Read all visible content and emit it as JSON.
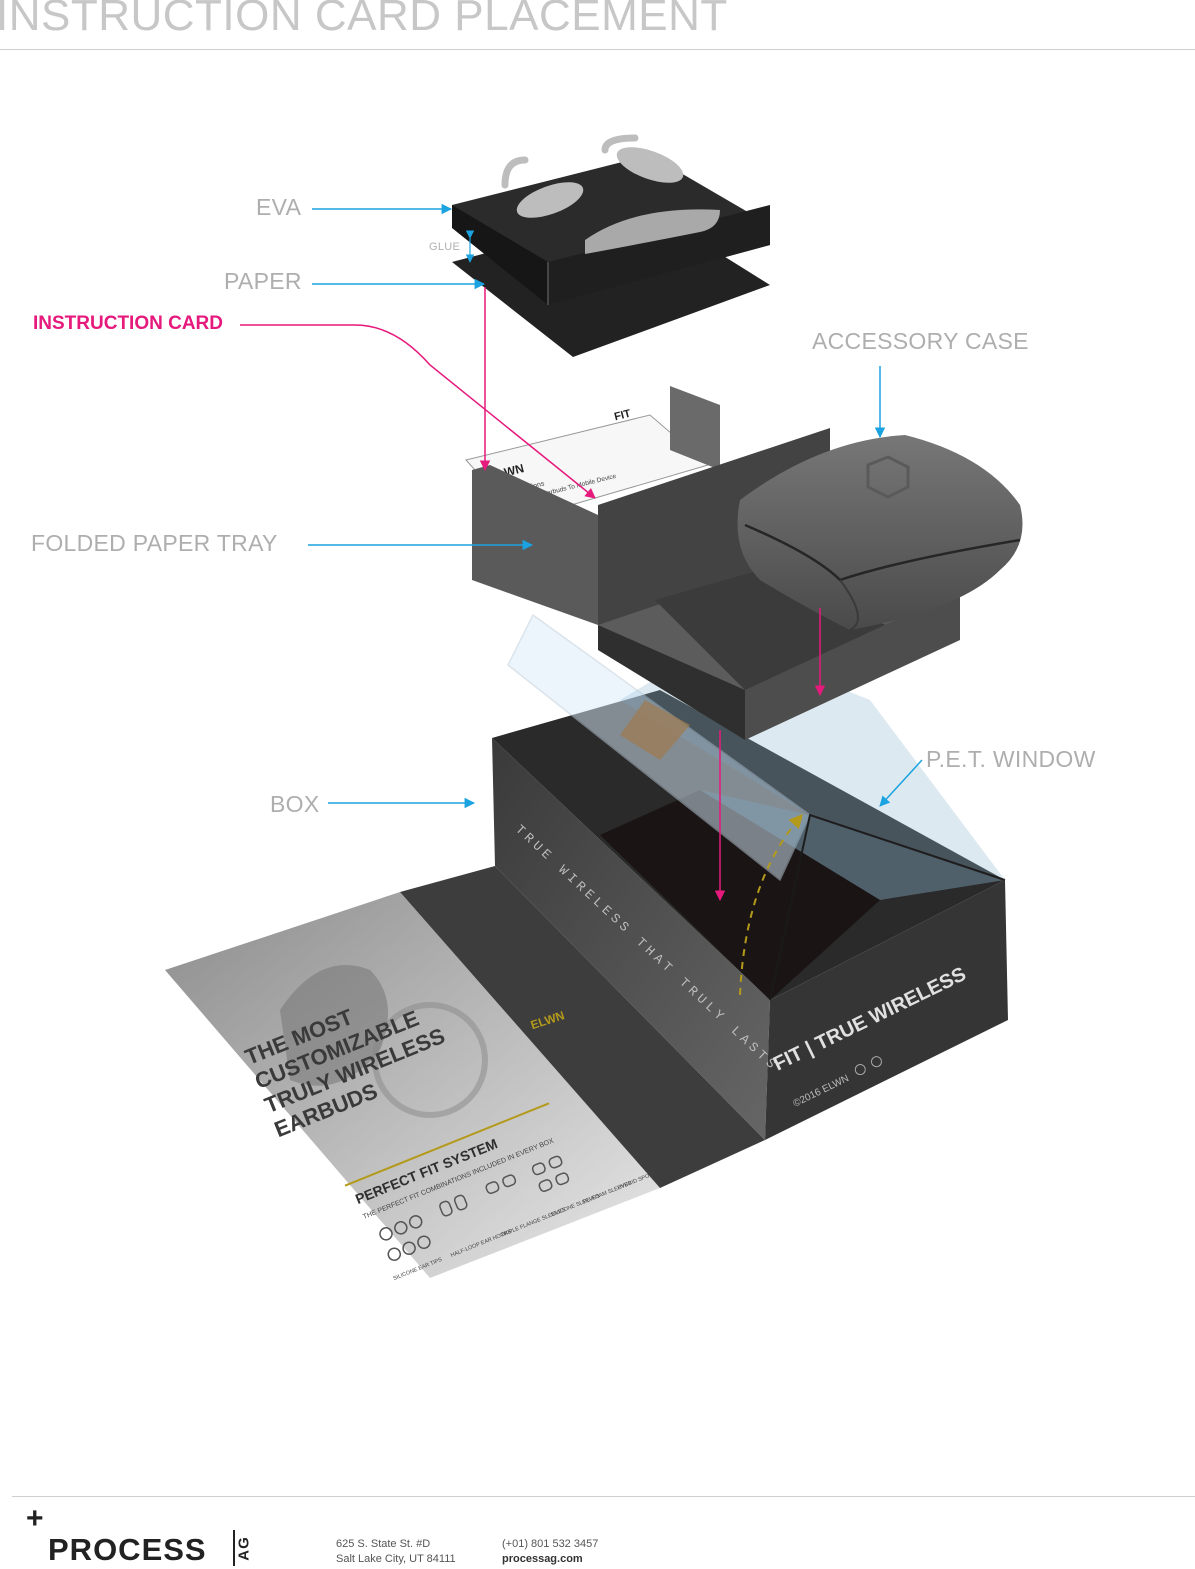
{
  "title": "INSTRUCTION CARD PLACEMENT",
  "labels": {
    "eva": "EVA",
    "glue": "GLUE",
    "paper": "PAPER",
    "instruction_card": "INSTRUCTION CARD",
    "accessory_case": "ACCESSORY CASE",
    "folded_paper_tray": "FOLDED PAPER TRAY",
    "pet_window": "P.E.T.  WINDOW",
    "box": "BOX"
  },
  "card_print": {
    "brand": "ELWN",
    "model": "FIT",
    "line1": "Instructions",
    "line2": "Pairing Earbuds To Mobile Device"
  },
  "box_print": {
    "side_slogan": "TRUE WIRELESS THAT TRULY LASTS",
    "front_title": "FIT | TRUE WIRELESS",
    "copyright": "©2016 ELWN",
    "inner_brand": "ELWN",
    "flap_headline": [
      "THE MOST",
      "CUSTOMIZABLE",
      "TRULY WIRELESS",
      "EARBUDS"
    ],
    "flap_subhead": "PERFECT FIT SYSTEM",
    "flap_tagline": "THE PERFECT FIT COMBINATIONS INCLUDED IN EVERY BOX",
    "flap_columns": [
      "SILICONE EAR TIPS",
      "HALF-LOOP EAR HOOKS",
      "TRIPLE FLANGE SLEEVES",
      "SILICONE SLEEVES",
      "PU FOAM SLEEVES",
      "HYBRID SPORT"
    ]
  },
  "footer": {
    "brand": "PROCESS",
    "brand_suffix": "AG",
    "address1": "625 S. State St. #D",
    "address2": "Salt Lake City, UT 84111",
    "phone": "(+01) 801 532 3457",
    "website": "processag.com"
  },
  "colors": {
    "callout_blue": "#1aa3e0",
    "callout_pink": "#e6197c",
    "label_gray": "#aeaeae"
  }
}
